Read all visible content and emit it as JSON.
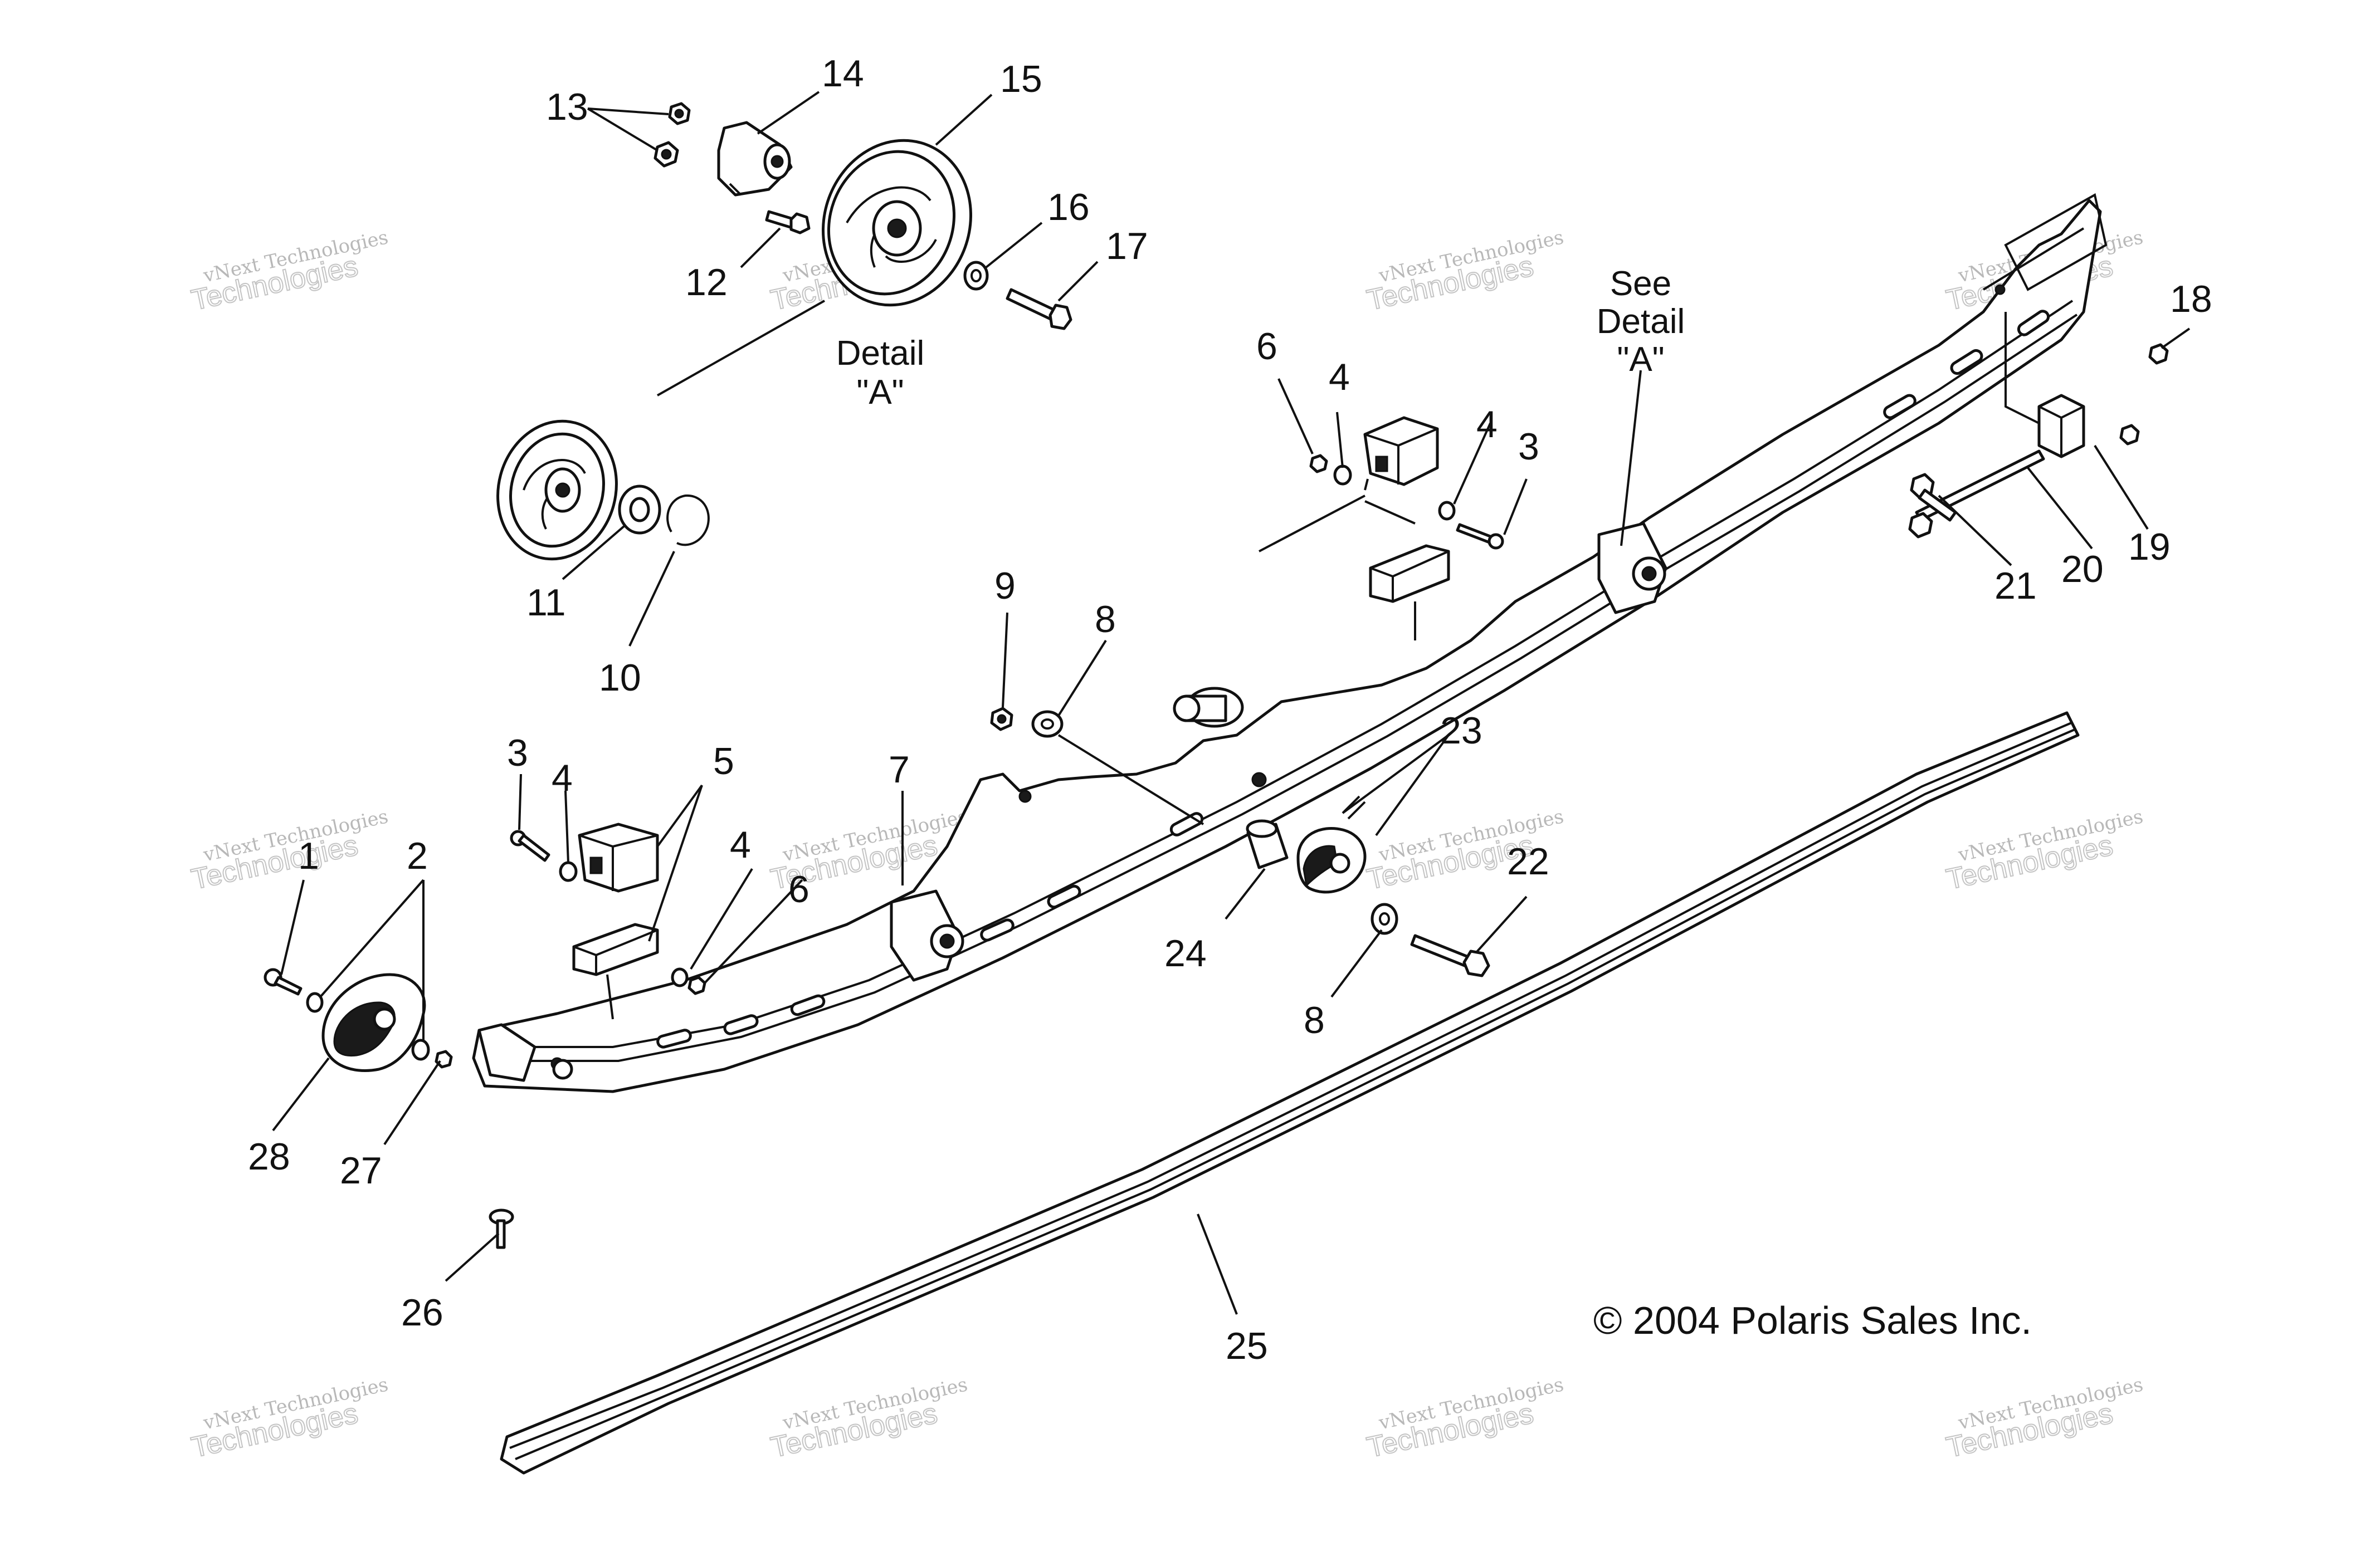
{
  "diagram": {
    "callouts": [
      "1",
      "2",
      "3",
      "3",
      "4",
      "4",
      "4",
      "4",
      "5",
      "6",
      "6",
      "7",
      "8",
      "8",
      "9",
      "10",
      "11",
      "12",
      "13",
      "14",
      "15",
      "16",
      "17",
      "18",
      "19",
      "20",
      "21",
      "22",
      "23",
      "24",
      "25",
      "26",
      "27",
      "28"
    ],
    "detail_caption": {
      "line1": "Detail",
      "line2": "\"A\""
    },
    "see_detail": {
      "line1": "See",
      "line2": "Detail",
      "line3": "\"A\""
    },
    "copyright": "© 2004 Polaris Sales Inc.",
    "watermark": {
      "line1": "vNext Technologies",
      "line2": "Technologies",
      "line3": "vNext"
    }
  }
}
